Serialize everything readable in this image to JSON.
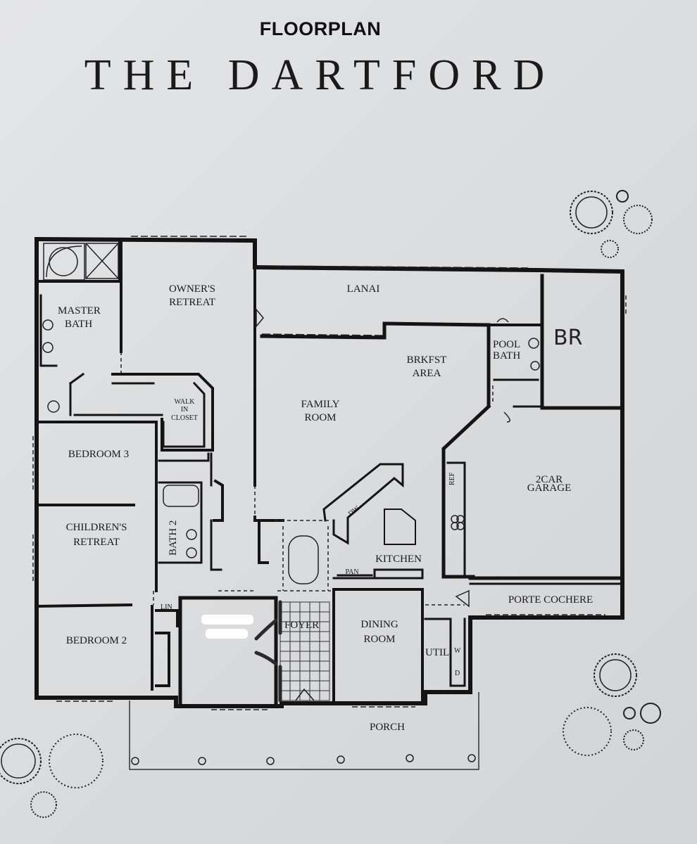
{
  "header": {
    "kicker": "FLOORPLAN",
    "title": "THE DARTFORD"
  },
  "rooms": {
    "master_bath_1": "MASTER",
    "master_bath_2": "BATH",
    "owners_retreat_1": "OWNER'S",
    "owners_retreat_2": "RETREAT",
    "lanai": "LANAI",
    "brkfst_1": "BRKFST",
    "brkfst_2": "AREA",
    "pool_bath_1": "POOL",
    "pool_bath_2": "BATH",
    "br": "BR",
    "walk_in_1": "WALK",
    "walk_in_2": "IN",
    "walk_in_3": "CLOSET",
    "family_1": "FAMILY",
    "family_2": "ROOM",
    "bedroom3": "BEDROOM 3",
    "childrens_1": "CHILDREN'S",
    "childrens_2": "RETREAT",
    "bath2": "BATH 2",
    "garage_1": "2CAR",
    "garage_2": "GARAGE",
    "kitchen": "KITCHEN",
    "pan": "PAN",
    "dw": "DW",
    "ref": "REF",
    "porte_cochere": "PORTE COCHERE",
    "bedroom2": "BEDROOM 2",
    "lin": "LIN",
    "foyer": "FOYER",
    "dining_1": "DINING",
    "dining_2": "ROOM",
    "utility": "UTIL",
    "washer": "W",
    "dryer": "D",
    "porch": "PORCH"
  }
}
